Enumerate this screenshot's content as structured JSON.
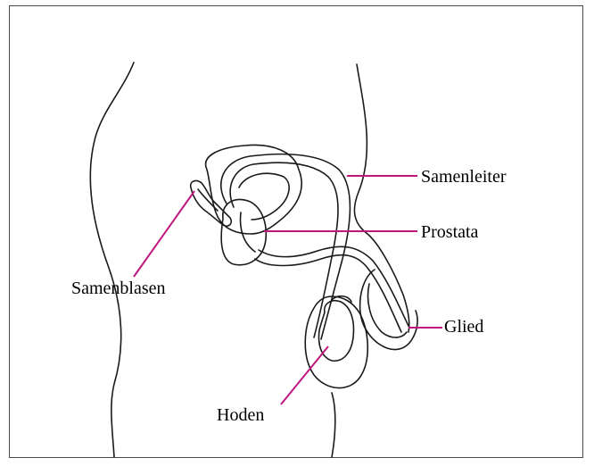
{
  "labels": {
    "samenleiter": "Samenleiter",
    "prostata": "Prostata",
    "samenblasen": "Samenblasen",
    "glied": "Glied",
    "hoden": "Hoden"
  },
  "colors": {
    "leader_line": "#c0177f",
    "outline": "#1a1a1a",
    "frame": "#4a4a4a",
    "background": "#ffffff"
  }
}
